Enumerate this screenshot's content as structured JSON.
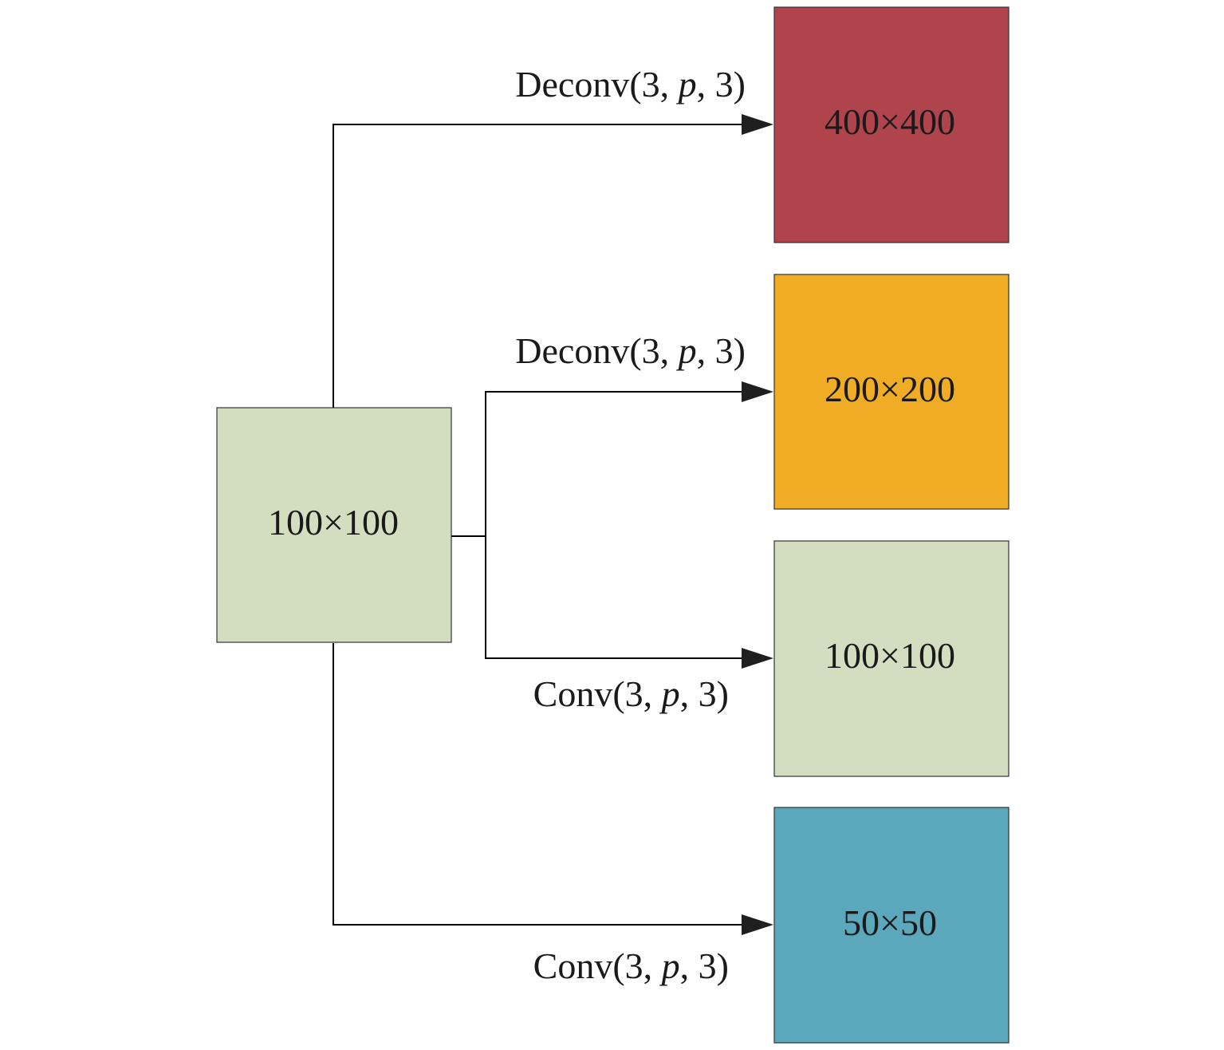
{
  "input_block": {
    "label": "100×100",
    "color": "#D3DDC0"
  },
  "outputs": [
    {
      "label": "400×400",
      "color": "#B0444C",
      "op": {
        "name": "Deconv",
        "args_pre": "(3, ",
        "param": "p",
        "args_post": ", 3)"
      }
    },
    {
      "label": "200×200",
      "color": "#F0AC24",
      "op": {
        "name": "Deconv",
        "args_pre": "(3, ",
        "param": "p",
        "args_post": ", 3)"
      }
    },
    {
      "label": "100×100",
      "color": "#D3DDC0",
      "op": {
        "name": "Conv",
        "args_pre": "(3, ",
        "param": "p",
        "args_post": ", 3)"
      }
    },
    {
      "label": "50×50",
      "color": "#5BA7BC",
      "op": {
        "name": "Conv",
        "args_pre": "(3, ",
        "param": "p",
        "args_post": ", 3)"
      }
    }
  ],
  "line_color": "#000000",
  "arrow_color": "#1f1f1f"
}
